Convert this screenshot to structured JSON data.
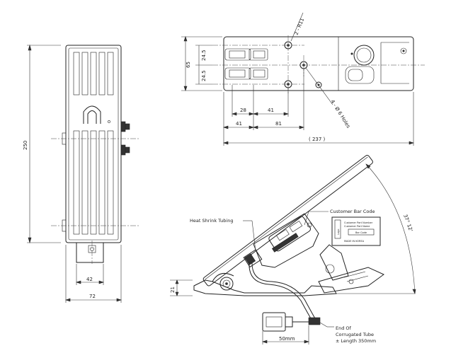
{
  "dimensions": {
    "overall_height": "250",
    "foot_width": "42",
    "overall_width": "72",
    "radius": "2 - R11",
    "offset_a": "24.5",
    "offset_b": "24.5",
    "height_65": "65",
    "spacing_28": "28",
    "spacing_41_top": "41",
    "spacing_41_bottom": "41",
    "spacing_81": "81",
    "overall_length": "( 237 )",
    "holes": "4 - Ø 6 Holes",
    "angle": "37° 12'",
    "base_height": "21",
    "tube_length": "50mm"
  },
  "callouts": {
    "heat_shrink": "Heat Shrink Tubing",
    "customer_bar_code": "Customer Bar Code",
    "end_of": "End Of",
    "corrugated_tube": "Corrugated Tube",
    "length": "± Length 350mm"
  },
  "label_card": {
    "logo": "Logo",
    "line1": "Customer Part Number",
    "line2": "Customer Part Name",
    "barcode": "Bar Code",
    "footer": "MADE IN KOREA"
  }
}
